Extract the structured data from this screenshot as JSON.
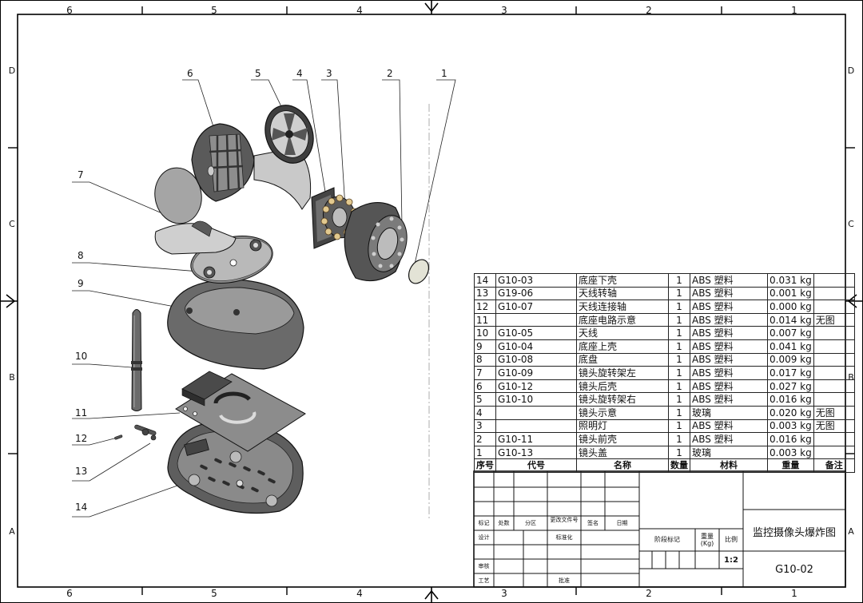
{
  "frame": {
    "zones_top": [
      "6",
      "5",
      "4",
      "3",
      "2",
      "1"
    ],
    "zones_bottom": [
      "6",
      "5",
      "4",
      "3",
      "2",
      "1"
    ],
    "zones_left": [
      "D",
      "C",
      "B",
      "A"
    ],
    "zones_right": [
      "D",
      "C",
      "B",
      "A"
    ]
  },
  "callouts": [
    "1",
    "2",
    "3",
    "4",
    "5",
    "6",
    "7",
    "8",
    "9",
    "10",
    "11",
    "12",
    "13",
    "14"
  ],
  "bom": {
    "headers": {
      "no": "序号",
      "code": "代号",
      "name": "名称",
      "qty": "数量",
      "material": "材料",
      "weight": "重量",
      "note": "备注"
    },
    "rows": [
      {
        "no": "14",
        "code": "G10-03",
        "name": "底座下壳",
        "qty": "1",
        "material": "ABS 塑料",
        "weight": "0.031 kg",
        "note": ""
      },
      {
        "no": "13",
        "code": "G19-06",
        "name": "天线转轴",
        "qty": "1",
        "material": "ABS 塑料",
        "weight": "0.001 kg",
        "note": ""
      },
      {
        "no": "12",
        "code": "G10-07",
        "name": "天线连接轴",
        "qty": "1",
        "material": "ABS 塑料",
        "weight": "0.000 kg",
        "note": ""
      },
      {
        "no": "11",
        "code": "",
        "name": "底座电路示意",
        "qty": "1",
        "material": "ABS 塑料",
        "weight": "0.014 kg",
        "note": "无图"
      },
      {
        "no": "10",
        "code": "G10-05",
        "name": "天线",
        "qty": "1",
        "material": "ABS 塑料",
        "weight": "0.007 kg",
        "note": ""
      },
      {
        "no": "9",
        "code": "G10-04",
        "name": "底座上壳",
        "qty": "1",
        "material": "ABS 塑料",
        "weight": "0.041 kg",
        "note": ""
      },
      {
        "no": "8",
        "code": "G10-08",
        "name": "底盘",
        "qty": "1",
        "material": "ABS 塑料",
        "weight": "0.009 kg",
        "note": ""
      },
      {
        "no": "7",
        "code": "G10-09",
        "name": "镜头旋转架左",
        "qty": "1",
        "material": "ABS 塑料",
        "weight": "0.017 kg",
        "note": ""
      },
      {
        "no": "6",
        "code": "G10-12",
        "name": "镜头后壳",
        "qty": "1",
        "material": "ABS 塑料",
        "weight": "0.027 kg",
        "note": ""
      },
      {
        "no": "5",
        "code": "G10-10",
        "name": "镜头旋转架右",
        "qty": "1",
        "material": "ABS 塑料",
        "weight": "0.016 kg",
        "note": ""
      },
      {
        "no": "4",
        "code": "",
        "name": "镜头示意",
        "qty": "1",
        "material": "玻璃",
        "weight": "0.020 kg",
        "note": "无图"
      },
      {
        "no": "3",
        "code": "",
        "name": "照明灯",
        "qty": "1",
        "material": "ABS 塑料",
        "weight": "0.003 kg",
        "note": "无图"
      },
      {
        "no": "2",
        "code": "G10-11",
        "name": "镜头前壳",
        "qty": "1",
        "material": "ABS 塑料",
        "weight": "0.016 kg",
        "note": ""
      },
      {
        "no": "1",
        "code": "G10-13",
        "name": "镜头盖",
        "qty": "1",
        "material": "玻璃",
        "weight": "0.003 kg",
        "note": ""
      }
    ]
  },
  "title_block": {
    "labels": {
      "mark": "标记",
      "count": "处数",
      "zone": "分区",
      "change_doc": "更改文件号",
      "sign": "签名",
      "date": "日期",
      "design": "设计",
      "standardize": "标准化",
      "review": "审核",
      "process": "工艺",
      "approve": "批准",
      "stage": "阶段标记",
      "weight": "重量(Kg)",
      "scale": "比例"
    },
    "scale_value": "1:2",
    "drawing_title": "监控摄像头爆炸图",
    "drawing_number": "G10-02"
  }
}
